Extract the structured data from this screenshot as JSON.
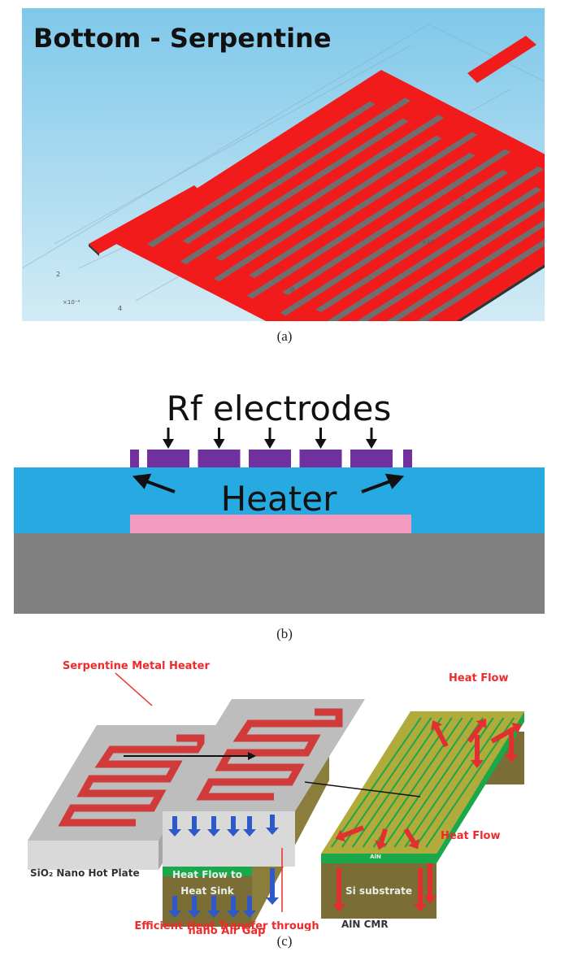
{
  "panel_a": {
    "title": "Bottom - Serpentine",
    "caption": "(a)",
    "axis_labels": {
      "left_num": "2",
      "left_exp": "×10⁻⁴",
      "bottom_num": "4",
      "mid_num": "0",
      "right_num": "0",
      "right_exp": "×10⁻⁴"
    },
    "colors": {
      "background_top": "#7fc8ea",
      "background_bottom": "#cde9f4",
      "heater": "#f21b1b",
      "gap": "#6f6f6f"
    }
  },
  "panel_b": {
    "title": "Rf electrodes",
    "heater_label": "Heater",
    "caption": "(b)",
    "electrode_count": 5,
    "colors": {
      "electrode": "#7030a0",
      "oxide": "#27a9e1",
      "heater": "#f49ac1",
      "substrate": "#808080"
    }
  },
  "panel_c": {
    "caption": "(c)",
    "labels": {
      "serpentine_heater": "Serpentine Metal Heater",
      "hot_plate": "SiO₂ Nano Hot Plate",
      "heat_flow_to_sink_line1": "Heat Flow to",
      "heat_flow_to_sink_line2": "Heat Sink",
      "efficient_transfer_line1": "Efficient Heat Transfer through",
      "efficient_transfer_line2": "nano Air Gap",
      "heat_flow_top": "Heat Flow",
      "heat_flow_right": "Heat Flow",
      "aln_layer": "AlN",
      "si_substrate": "Si substrate",
      "device_name": "AlN CMR"
    },
    "colors": {
      "red_label": "#ee2a2a",
      "plate": "#c9c9c9",
      "aln_green": "#1aa84a",
      "olive": "#7a6d35",
      "electrode_yellow": "#b9b53a",
      "blue_arrow": "#2f58c9"
    }
  }
}
